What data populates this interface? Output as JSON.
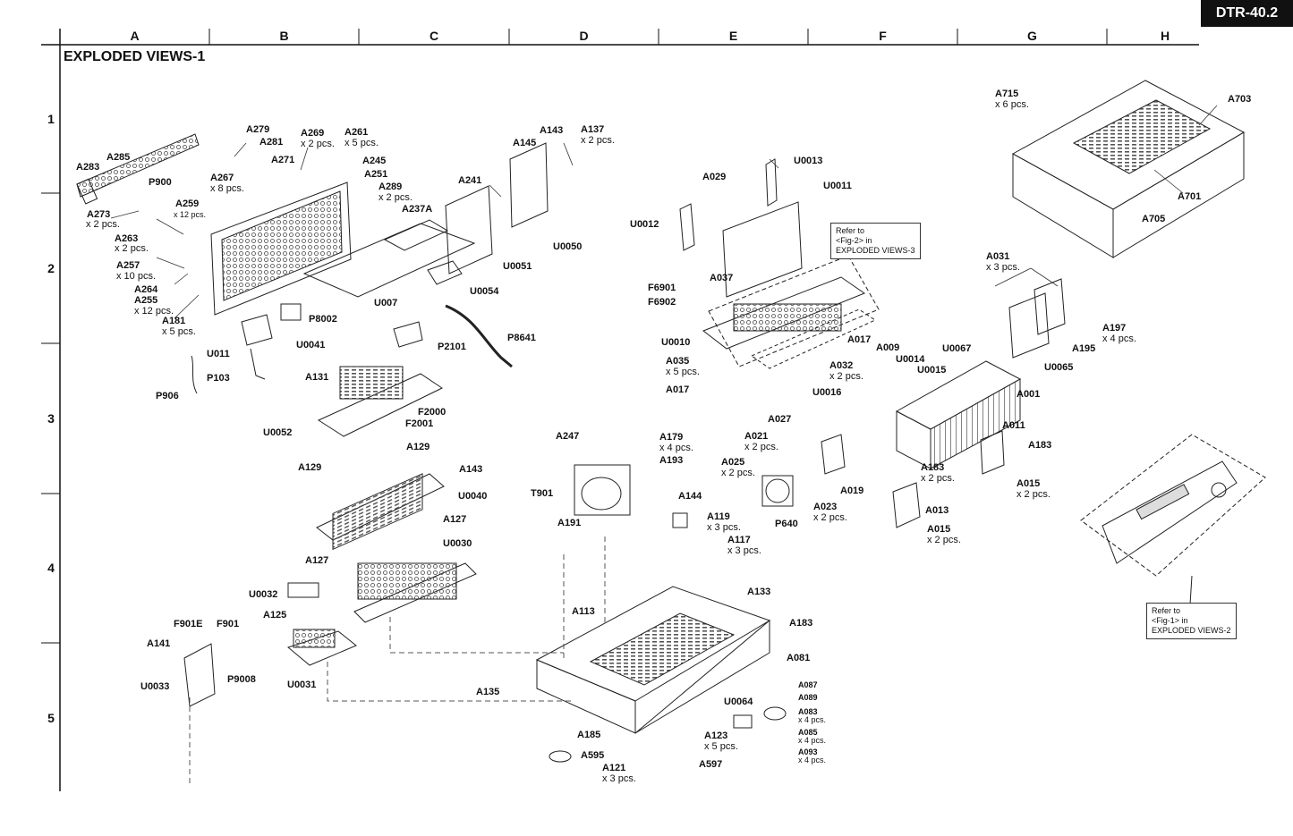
{
  "header": {
    "model": "DTR-40.2",
    "title": "EXPLODED VIEWS-1"
  },
  "grid": {
    "columns": [
      "A",
      "B",
      "C",
      "D",
      "E",
      "F",
      "G",
      "H"
    ],
    "rows": [
      "1",
      "2",
      "3",
      "4",
      "5"
    ]
  },
  "labels": {
    "A283": "A283",
    "A285": "A285",
    "P900": "P900",
    "A273": "A273",
    "A259": "A259",
    "A263": "A263",
    "A257": "A257",
    "A264": "A264",
    "A255": "A255",
    "A181": "A181",
    "A279": "A279",
    "A281": "A281",
    "A271": "A271",
    "A267": "A267",
    "A269": "A269",
    "A261": "A261",
    "A245": "A245",
    "A251": "A251",
    "A289": "A289",
    "A237A": "A237A",
    "A241": "A241",
    "A143a": "A143",
    "A145": "A145",
    "A137": "A137",
    "U0050": "U0050",
    "U0051": "U0051",
    "U0054": "U0054",
    "U007": "U007",
    "P8002": "P8002",
    "U0041": "U0041",
    "U011": "U011",
    "P103": "P103",
    "P906": "P906",
    "P2101": "P2101",
    "P8641": "P8641",
    "A131": "A131",
    "F2000": "F2000",
    "F2001": "F2001",
    "U0052": "U0052",
    "A129a": "A129",
    "A129b": "A129",
    "A143b": "A143",
    "U0040": "U0040",
    "A127a": "A127",
    "A127b": "A127",
    "U0030": "U0030",
    "U0032": "U0032",
    "A125": "A125",
    "F901E": "F901E",
    "F901": "F901",
    "A141": "A141",
    "P9008": "P9008",
    "U0033": "U0033",
    "U0031": "U0031",
    "A247": "A247",
    "A179": "A179",
    "A193": "A193",
    "T901": "T901",
    "A191": "A191",
    "A144": "A144",
    "A119": "A119",
    "A117": "A117",
    "A133": "A133",
    "A113": "A113",
    "A183a": "A183",
    "A081": "A081",
    "A135": "A135",
    "U0064": "U0064",
    "A087": "A087",
    "A089": "A089",
    "A083": "A083",
    "A085": "A085",
    "A093": "A093",
    "A185": "A185",
    "A123": "A123",
    "A595": "A595",
    "A121": "A121",
    "A597": "A597",
    "A029": "A029",
    "U0013": "U0013",
    "U0011": "U0011",
    "U0012": "U0012",
    "A037": "A037",
    "F6901": "F6901",
    "F6902": "F6902",
    "U0010": "U0010",
    "A035": "A035",
    "A017a": "A017",
    "A017b": "A017",
    "A009": "A009",
    "U0014": "U0014",
    "A032": "A032",
    "U0015": "U0015",
    "U0016": "U0016",
    "A031": "A031",
    "U0067": "U0067",
    "A195": "A195",
    "A197": "A197",
    "U0065": "U0065",
    "A001": "A001",
    "A011": "A011",
    "A183b": "A183",
    "A015a": "A015",
    "A027": "A027",
    "A021": "A021",
    "A025": "A025",
    "A019": "A019",
    "P640": "P640",
    "A023": "A023",
    "A183c": "A183",
    "A013": "A013",
    "A015b": "A015",
    "A715": "A715",
    "A703": "A703",
    "A701": "A701",
    "A705": "A705"
  },
  "quantities": {
    "A273": "x 2 pcs.",
    "A259": "x 12 pcs.",
    "A263": "x 2 pcs.",
    "A257": "x 10 pcs.",
    "A255": "x 12 pcs.",
    "A181": "x 5 pcs.",
    "A267": "x 8 pcs.",
    "A269": "x 2 pcs.",
    "A261": "x 5 pcs.",
    "A289": "x 2 pcs.",
    "A137": "x 2 pcs.",
    "A179": "x 4 pcs.",
    "A119": "x 3 pcs.",
    "A117": "x 3 pcs.",
    "A083": "x 4 pcs.",
    "A085": "x 4 pcs.",
    "A093": "x 4 pcs.",
    "A123": "x 5 pcs.",
    "A121": "x 3 pcs.",
    "A035": "x 5 pcs.",
    "A032": "x 2 pcs.",
    "A031": "x 3 pcs.",
    "A197": "x 4 pcs.",
    "A015a": "x 2 pcs.",
    "A021": "x 2 pcs.",
    "A025": "x 2 pcs.",
    "A023": "x 2 pcs.",
    "A183c": "x 2 pcs.",
    "A015b": "x 2 pcs.",
    "A715": "x 6 pcs."
  },
  "references": {
    "fig2": {
      "l1": "Refer to",
      "l2": "<Fig-2> in",
      "l3": "EXPLODED VIEWS-3"
    },
    "fig1": {
      "l1": "Refer to",
      "l2": "<Fig-1> in",
      "l3": "EXPLODED VIEWS-2"
    }
  }
}
